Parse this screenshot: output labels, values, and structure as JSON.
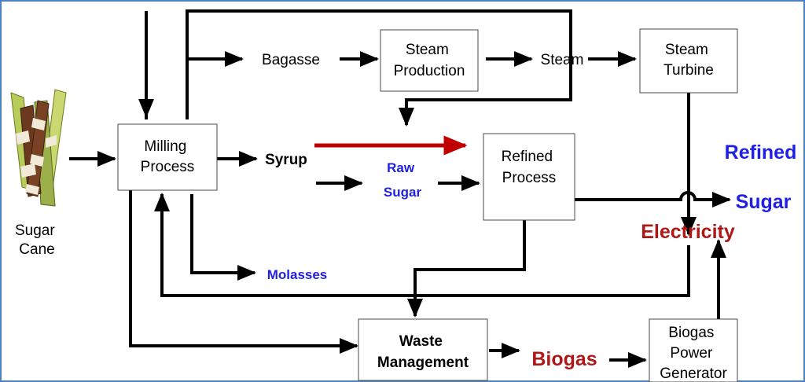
{
  "diagram": {
    "sugar_cane": {
      "line1": "Sugar",
      "line2": "Cane"
    },
    "milling": {
      "line1": "Milling",
      "line2": "Process"
    },
    "bagasse": "Bagasse",
    "steam_production": {
      "line1": "Steam",
      "line2": "Production"
    },
    "steam": "Steam",
    "steam_turbine": {
      "line1": "Steam",
      "line2": "Turbine"
    },
    "syrup": "Syrup",
    "raw_sugar": {
      "line1": "Raw",
      "line2": "Sugar"
    },
    "refined_process": {
      "line1": "Refined",
      "line2": "Process"
    },
    "refined_sugar": {
      "line1": "Refined",
      "line2": "Sugar"
    },
    "electricity": "Electricity",
    "molasses": "Molasses",
    "waste_management": {
      "line1": "Waste",
      "line2": "Management"
    },
    "biogas": "Biogas",
    "biogas_generator": {
      "line1": "Biogas",
      "line2": "Power",
      "line3": "Generator"
    }
  },
  "colors": {
    "frame": "#4f81bd",
    "blue_text": "#1f1fe6",
    "red_text": "#b01818",
    "red_arrow": "#c00000",
    "line": "#000000"
  }
}
